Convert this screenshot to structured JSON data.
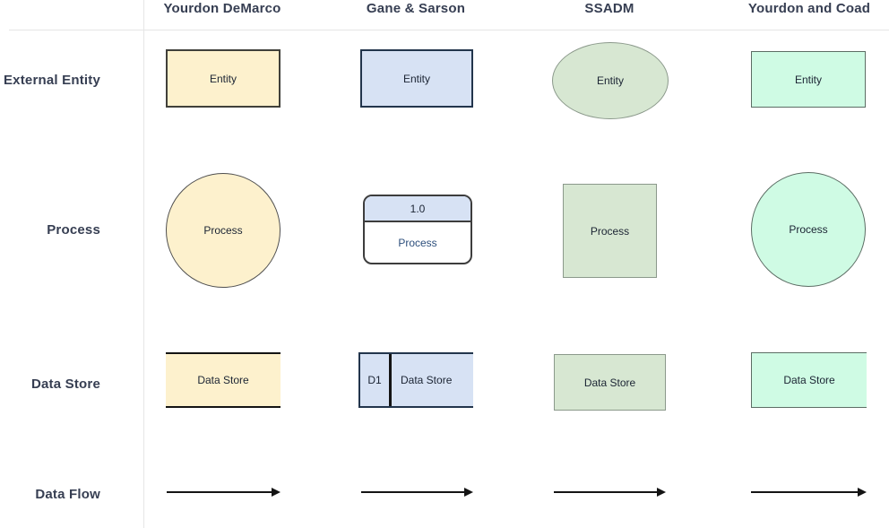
{
  "header": {
    "columns": [
      {
        "label": "Yourdon DeMarco"
      },
      {
        "label": "Gane & Sarson"
      },
      {
        "label": "SSADM"
      },
      {
        "label": "Yourdon and Coad"
      }
    ]
  },
  "rows": [
    {
      "label": "External Entity"
    },
    {
      "label": "Process"
    },
    {
      "label": "Data Store"
    },
    {
      "label": "Data Flow"
    }
  ],
  "shapes": {
    "yourdon_demarco": {
      "entity": "Entity",
      "process": "Process",
      "data_store": "Data Store"
    },
    "gane_sarson": {
      "entity": "Entity",
      "process_number": "1.0",
      "process": "Process",
      "data_store_id": "D1",
      "data_store": "Data Store"
    },
    "ssadm": {
      "entity": "Entity",
      "process": "Process",
      "data_store": "Data Store"
    },
    "yourdon_coad": {
      "entity": "Entity",
      "process": "Process",
      "data_store": "Data Store"
    }
  },
  "colors": {
    "heading": "#363e52",
    "divider": "#e6e6e6",
    "label_text": "#1b2433",
    "yellow_fill": "#fdf1cd",
    "yellow_border": "#40403a",
    "circle_border": "#4f4f4f",
    "blue_fill": "#d7e2f4",
    "blue_border": "#22354c",
    "gs_border": "#3d3d3d",
    "gs_process_text": "#2d4f7c",
    "green_fill": "#d7e7d2",
    "green_border": "#8b998b",
    "mint_fill": "#cffbe4",
    "mint_border": "#5c6d64",
    "datastore_line": "#141414",
    "arrow": "#141414"
  }
}
